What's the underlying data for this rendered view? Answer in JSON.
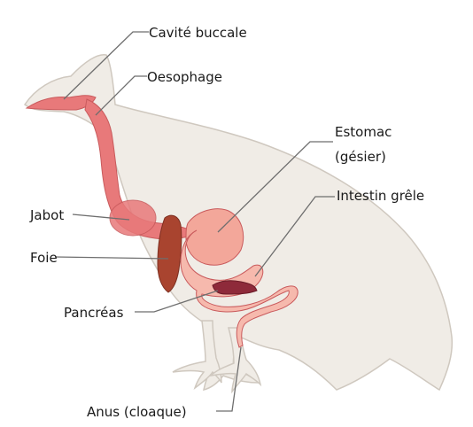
{
  "labels": {
    "buccal": "Cavité buccale",
    "oesophage": "Oesophage",
    "estomac_1": "Estomac",
    "estomac_2": "(gésier)",
    "intestin": "Intestin grêle",
    "jabot": "Jabot",
    "foie": "Foie",
    "pancreas": "Pancréas",
    "anus": "Anus (cloaque)"
  },
  "colors": {
    "body_fill": "#f0ece6",
    "body_stroke": "#cfc8bf",
    "digestive": "#e8797a",
    "digestive_dark": "#c95a5c",
    "stomach": "#f3a79a",
    "liver": "#a9442f",
    "pancreas": "#8e2a3a",
    "intestine": "#f6b9ad"
  }
}
